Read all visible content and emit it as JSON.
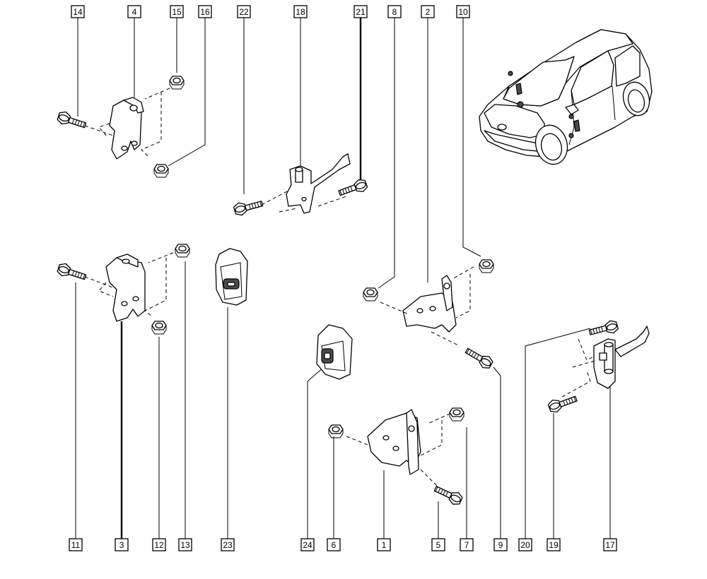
{
  "callouts": [
    {
      "id": "14",
      "label": "14"
    },
    {
      "id": "4",
      "label": "4"
    },
    {
      "id": "15",
      "label": "15"
    },
    {
      "id": "16",
      "label": "16"
    },
    {
      "id": "22",
      "label": "22"
    },
    {
      "id": "18",
      "label": "18"
    },
    {
      "id": "21",
      "label": "21"
    },
    {
      "id": "8",
      "label": "8"
    },
    {
      "id": "2",
      "label": "2"
    },
    {
      "id": "10",
      "label": "10"
    },
    {
      "id": "11",
      "label": "11"
    },
    {
      "id": "3",
      "label": "3"
    },
    {
      "id": "12",
      "label": "12"
    },
    {
      "id": "13",
      "label": "13"
    },
    {
      "id": "23",
      "label": "23"
    },
    {
      "id": "24",
      "label": "24"
    },
    {
      "id": "6",
      "label": "6"
    },
    {
      "id": "1",
      "label": "1"
    },
    {
      "id": "5",
      "label": "5"
    },
    {
      "id": "7",
      "label": "7"
    },
    {
      "id": "9",
      "label": "9"
    },
    {
      "id": "20",
      "label": "20"
    },
    {
      "id": "19",
      "label": "19"
    },
    {
      "id": "17",
      "label": "17"
    }
  ]
}
